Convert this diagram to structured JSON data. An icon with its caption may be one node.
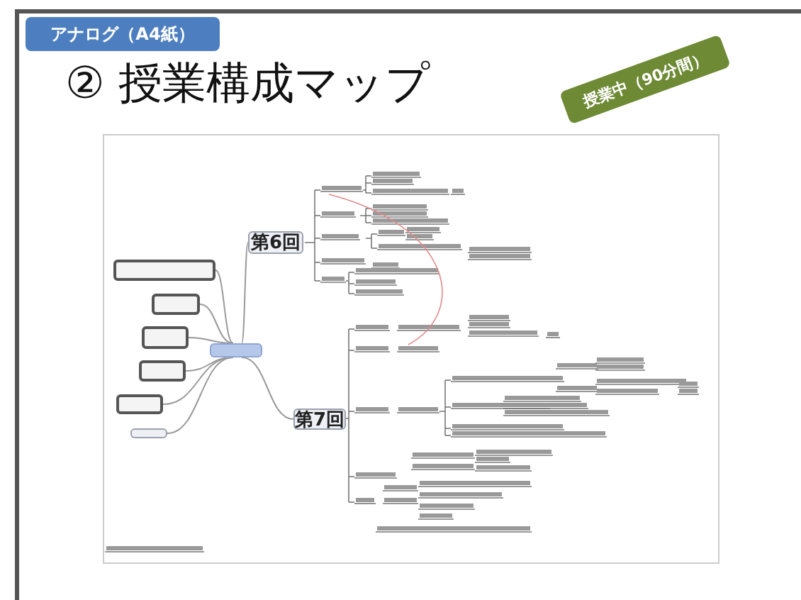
{
  "diagram": {
    "title": "② 授業構成マップ",
    "nodes": [
      {
        "text": [],
        "shape": "box"
      },
      {
        "text": [
          "第6回"
        ]
      },
      {
        "text": [
          "第7回"
        ]
      },
      {
        "text": [],
        "shape": "box"
      },
      {
        "text": [],
        "shape": "box"
      },
      {
        "text": [],
        "shape": "box"
      },
      {
        "text": [],
        "shape": "box"
      },
      {
        "text": [],
        "shape": "box"
      },
      {
        "text": [],
        "shape": "box"
      }
    ],
    "edges": [
      {
        "from": 0,
        "to": 1,
        "arrow": "none"
      },
      {
        "from": 0,
        "to": 2,
        "arrow": "none"
      },
      {
        "from": 0,
        "to": 3,
        "arrow": "none"
      },
      {
        "from": 0,
        "to": 4,
        "arrow": "none"
      },
      {
        "from": 0,
        "to": 5,
        "arrow": "none"
      },
      {
        "from": 0,
        "to": 6,
        "arrow": "none"
      },
      {
        "from": 0,
        "to": 7,
        "arrow": "none"
      },
      {
        "from": 0,
        "to": 8,
        "arrow": "none"
      }
    ],
    "labels": [
      "アナログ（A4紙）",
      "授業中（90分間）"
    ]
  }
}
